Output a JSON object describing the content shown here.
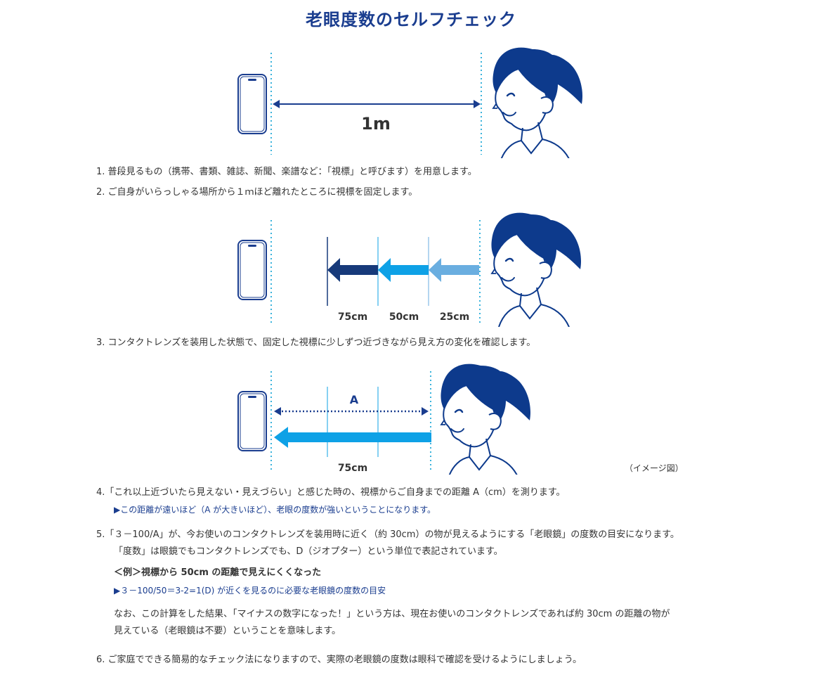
{
  "title": "老眼度数のセルフチェック",
  "colors": {
    "navy": "#1a3d8f",
    "arrow_dark": "#173a7a",
    "arrow_mid": "#0ea1e6",
    "arrow_light": "#6aaee0",
    "dotted_line": "#3ab3dc"
  },
  "figure1": {
    "distance_label": "1m"
  },
  "figure2": {
    "labels": [
      "75cm",
      "50cm",
      "25cm"
    ]
  },
  "figure3": {
    "distance_label": "A",
    "bottom_label": "75cm",
    "caption": "（イメージ図）"
  },
  "steps": {
    "s1": "1. 普段見るもの（携帯、書類、雑誌、新聞、楽譜など：「視標」と呼びます）を用意します。",
    "s2": "2. ご自身がいらっしゃる場所から１ｍほど離れたところに視標を固定します。",
    "s3": "3. コンタクトレンズを装用した状態で、固定した視標に少しずつ近づきながら見え方の変化を確認します。",
    "s4": "4.「これ以上近づいたら見えない・見えづらい」と感じた時の、視標からご自身までの距離 A（cm）を測ります。",
    "s4_note": "▶この距離が遠いほど（A が大きいほど）、老眼の度数が強いということになります。",
    "s5": "5.「３－100/A」が、今お使いのコンタクトレンズを装用時に近く（約 30cm）の物が見えるようにする「老眼鏡」の度数の目安になります。",
    "s5_line2": "「度数」は眼鏡でもコンタクトレンズでも、D（ジオプター）という単位で表記されています。",
    "example_title": "＜例＞視標から 50cm の距離で見えにくくなった",
    "example_result": "▶３－100/50＝3-2=1(D) が近くを見るのに必要な老眼鏡の度数の目安",
    "remark_line1": "なお、この計算をした結果、「マイナスの数字になった！」という方は、現在お使いのコンタクトレンズであれば約 30cm の距離の物が",
    "remark_line2": "見えている（老眼鏡は不要）ということを意味します。",
    "s6": "6. ご家庭でできる簡易的なチェック法になりますので、実際の老眼鏡の度数は眼科で確認を受けるようにしましょう。"
  }
}
